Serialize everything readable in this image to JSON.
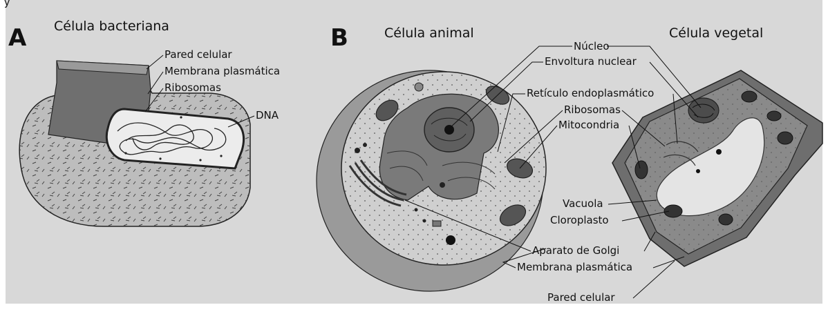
{
  "header_text": "y",
  "panel_a": {
    "letter": "A",
    "title": "Célula bacteriana",
    "labels": {
      "cell_wall": "Pared celular",
      "plasma_membrane": "Membrana plasmática",
      "ribosomes": "Ribosomas",
      "dna": "DNA"
    }
  },
  "panel_b": {
    "letter": "B",
    "title_animal": "Célula animal",
    "title_plant": "Célula vegetal",
    "labels": {
      "nucleus": "Núcleo",
      "nuclear_envelope": "Envoltura nuclear",
      "endoplasmic_reticulum": "Retículo endoplasmático",
      "ribosomes": "Ribosomas",
      "mitochondria": "Mitocondria",
      "vacuole": "Vacuola",
      "chloroplast": "Cloroplasto",
      "golgi": "Aparato de Golgi",
      "plasma_membrane": "Membrana plasmática",
      "cell_wall": "Pared celular"
    }
  },
  "colors": {
    "background": "#d8d8d8",
    "cytoplasm": "#cfcfcf",
    "cell_shadow": "#9a9a9a",
    "organelle": "#7a7a7a",
    "vacuole": "#e6e6e6",
    "line": "#111111"
  }
}
